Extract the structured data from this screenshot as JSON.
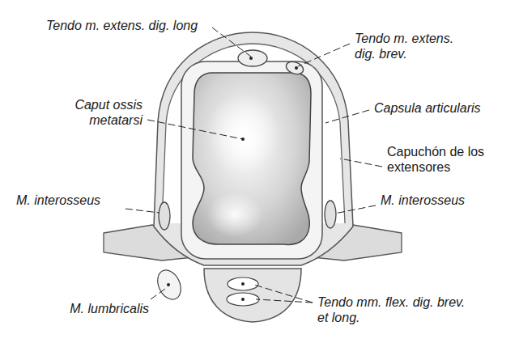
{
  "diagram": {
    "labels": [
      "Tendo m. extens. dig. long",
      "Tendo m. extens. dig. brev.",
      "Caput ossis metatarsi",
      "Capsula articularis",
      "Capuchón de los extensores",
      "M. interosseus",
      "M. interosseus",
      "M. lumbricalis",
      "Tendo mm. flex. dig. brev. et long."
    ]
  }
}
